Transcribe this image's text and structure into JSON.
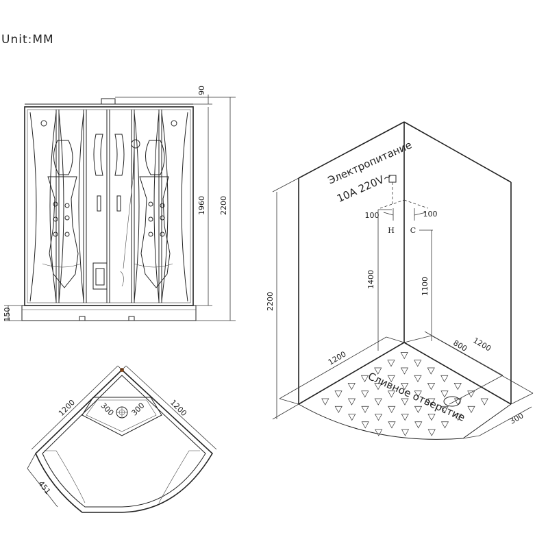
{
  "unit_label": "Unit:MM",
  "front_view": {
    "dim_top_cap": "90",
    "dim_panel_height": "1960",
    "dim_total_height": "2200",
    "dim_base": "150"
  },
  "top_view": {
    "side_left": "1200",
    "side_right": "1200",
    "drain_offset_left": "300",
    "drain_offset_right": "300",
    "door_depth": "451"
  },
  "iso_view": {
    "power_label_line1": "Электропитание",
    "power_label_line2": "10A 220V~",
    "hot_offset": "100",
    "cold_offset": "100",
    "hot_mark": "H",
    "cold_mark": "C",
    "hot_height": "1400",
    "cold_height": "1100",
    "wall_height": "2200",
    "left_width": "1200",
    "right_width": "1200",
    "drain_distance": "800",
    "drain_side": "300",
    "drain_label": "Сливное отверстие"
  }
}
